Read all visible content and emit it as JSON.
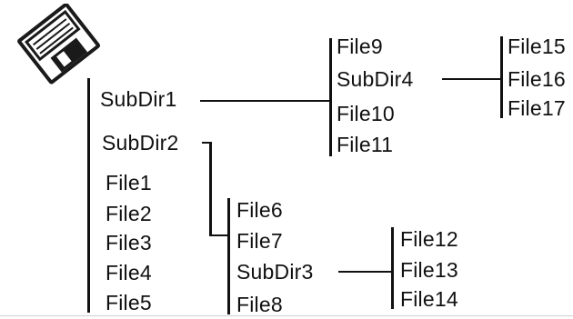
{
  "icon": "floppy-disk-icon",
  "colors": {
    "text": "#111111",
    "line": "#111111",
    "background": "#ffffff"
  },
  "tree": {
    "subdir1": "SubDir1",
    "subdir2": "SubDir2",
    "subdir3": "SubDir3",
    "subdir4": "SubDir4",
    "file1": "File1",
    "file2": "File2",
    "file3": "File3",
    "file4": "File4",
    "file5": "File5",
    "file6": "File6",
    "file7": "File7",
    "file8": "File8",
    "file9": "File9",
    "file10": "File10",
    "file11": "File11",
    "file12": "File12",
    "file13": "File13",
    "file14": "File14",
    "file15": "File15",
    "file16": "File16",
    "file17": "File17"
  }
}
